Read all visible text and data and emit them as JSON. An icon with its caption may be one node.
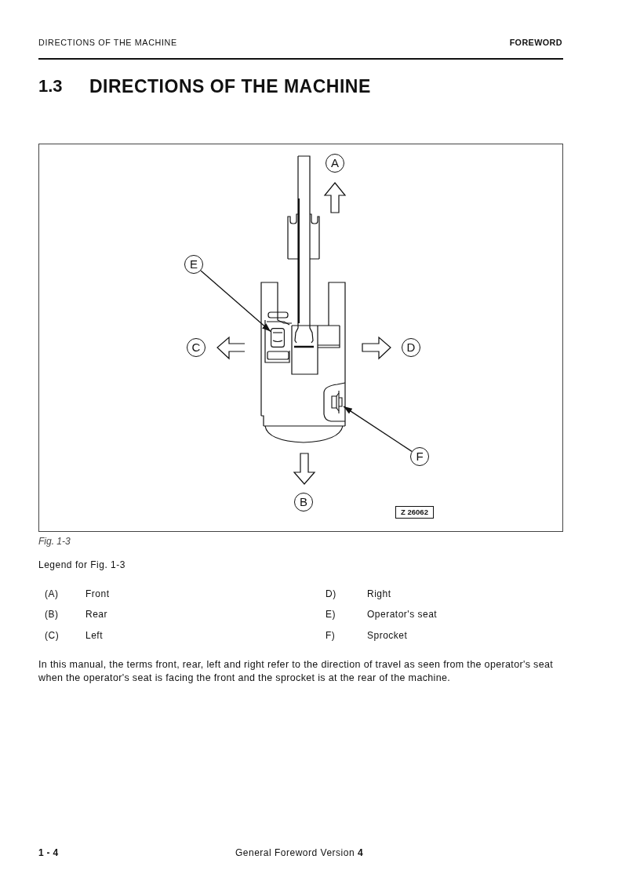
{
  "diagram": {
    "title": "DIRECTIONS OF THE MACHINE",
    "caption": "Fig. 1-3",
    "nodes": [
      {
        "text": [
          "A"
        ]
      },
      {
        "text": [
          "E"
        ]
      },
      {
        "text": [],
        "shape": "box"
      },
      {
        "text": [
          "C"
        ]
      },
      {
        "text": [
          "D"
        ]
      },
      {
        "text": [],
        "shape": "picture"
      },
      {
        "text": [
          "F"
        ]
      },
      {
        "text": [
          "B"
        ]
      },
      {
        "text": [
          "Z 26062"
        ]
      }
    ],
    "edges": [
      {
        "from": 1,
        "to": 2,
        "arrow": "to"
      },
      {
        "from": 6,
        "to": 5,
        "arrow": "to"
      }
    ],
    "labels": [
      "DIRECTIONS OF THE MACHINE",
      "FOREWORD",
      "1.3",
      "Legend for Fig. 1-3",
      "(A)",
      "Front",
      "D)",
      "Right",
      "(B)",
      "Rear",
      "E)",
      "Operator's seat",
      "(C)",
      "Left",
      "F)",
      "Sprocket",
      "In this manual, the terms front, rear, left and right refer to the direction of travel as seen from the operator's seat when the operator's seat is facing the front and the sprocket is at the rear of the machine.",
      "1 - 4",
      "General Foreword Version **4**"
    ]
  }
}
